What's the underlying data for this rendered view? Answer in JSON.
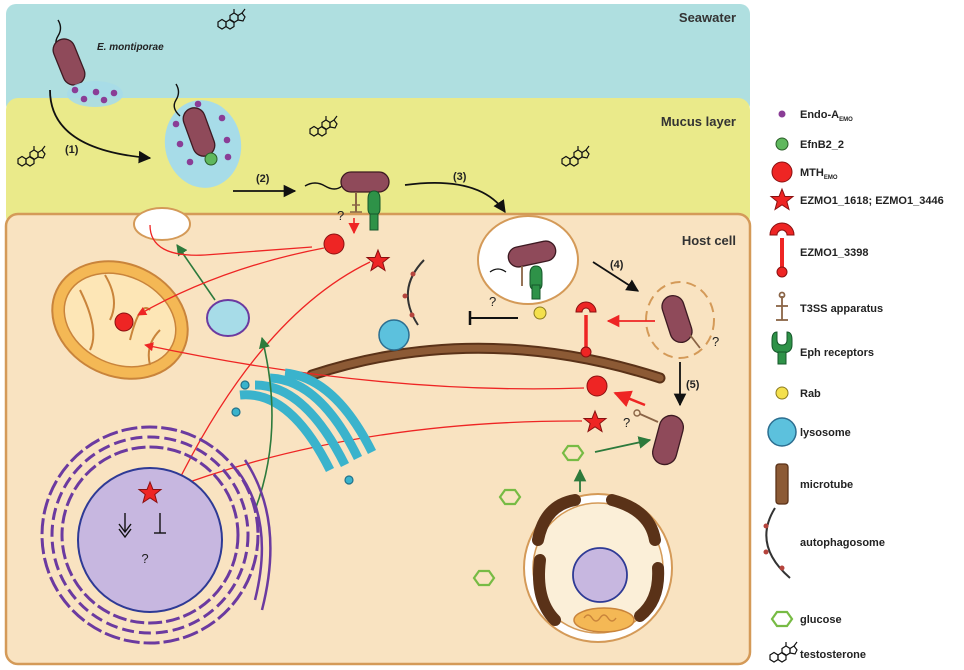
{
  "zones": {
    "seawater": "Seawater",
    "mucus": "Mucus layer",
    "host": "Host cell"
  },
  "organism": "E. montiporae",
  "steps": [
    "(1)",
    "(2)",
    "(3)",
    "(4)",
    "(5)"
  ],
  "unknown_mark": "?",
  "legend": [
    {
      "key": "endo",
      "label": "Endo-A",
      "sub": "EMO"
    },
    {
      "key": "efnb2",
      "label": "EfnB2_2",
      "sub": ""
    },
    {
      "key": "mth",
      "label": "MTH",
      "sub": "EMO"
    },
    {
      "key": "ezmo_star",
      "label": "EZMO1_1618; EZMO1_3446",
      "sub": ""
    },
    {
      "key": "ezmo_3398",
      "label": "EZMO1_3398",
      "sub": ""
    },
    {
      "key": "t3ss",
      "label": "T3SS apparatus",
      "sub": ""
    },
    {
      "key": "eph",
      "label": "Eph receptors",
      "sub": ""
    },
    {
      "key": "rab",
      "label": "Rab",
      "sub": ""
    },
    {
      "key": "lysosome",
      "label": "lysosome",
      "sub": ""
    },
    {
      "key": "microtube",
      "label": "microtube",
      "sub": ""
    },
    {
      "key": "autophagosome",
      "label": "autophagosome",
      "sub": ""
    },
    {
      "key": "glucose",
      "label": "glucose",
      "sub": ""
    },
    {
      "key": "testosterone",
      "label": "testosterone",
      "sub": ""
    }
  ],
  "colors": {
    "seawater": "#afdfe0",
    "mucus": "#eaea8a",
    "host_fill": "#f9e3c1",
    "host_border": "#d49a58",
    "bacterium": "#8f4a5a",
    "endo": "#8a3d96",
    "efnb2": "#5fb85d",
    "red": "#ee2524",
    "eph": "#2e9248",
    "rab": "#f4e04d",
    "lysosome": "#5cc1dd",
    "microtube": "#7a4b2c",
    "green_arrow": "#2d7a3c",
    "nucleus": "#c7b7e0",
    "er": "#6b3aa0",
    "golgi": "#3ab3cc"
  }
}
